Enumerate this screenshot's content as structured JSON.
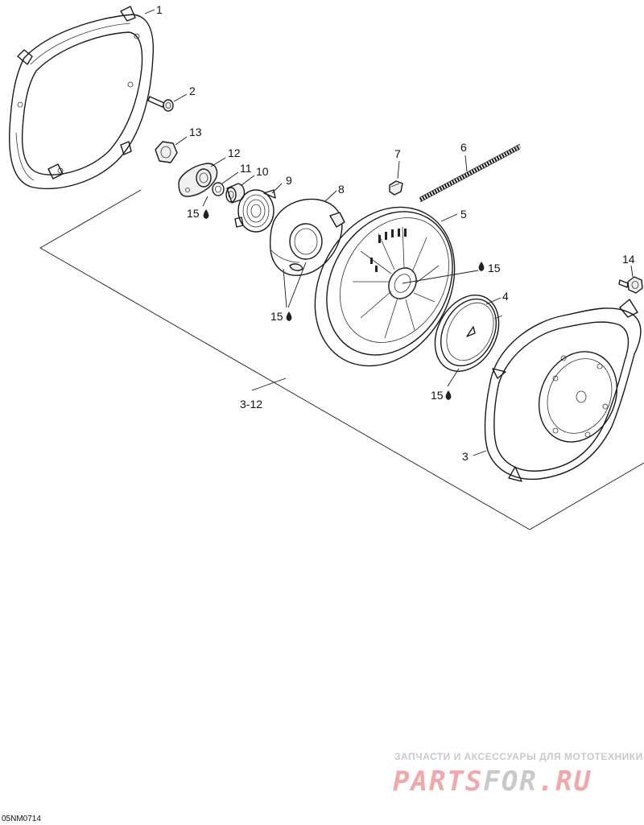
{
  "diagram": {
    "code": "05NM0714",
    "labels": {
      "p1": "1",
      "p2": "2",
      "p3": "3",
      "p3_12": "3-12",
      "p4": "4",
      "p5": "5",
      "p6": "6",
      "p7": "7",
      "p8": "8",
      "p9": "9",
      "p10": "10",
      "p11": "11",
      "p12": "12",
      "p13": "13",
      "p14": "14",
      "p15a": "15",
      "p15b": "15",
      "p15c": "15",
      "p15d": "15"
    }
  },
  "watermark": {
    "tagline": "ЗАПЧАСТИ И АКСЕССУАРЫ ДЛЯ МОТОТЕХНИКИ",
    "logo_part1": "PARTS",
    "logo_part2": "FOR",
    "logo_part3": ".RU",
    "color_red": "#f2a7ab",
    "color_grey": "#c9c9c9"
  },
  "icons": {
    "lubricant": "oil-drop-icon"
  }
}
